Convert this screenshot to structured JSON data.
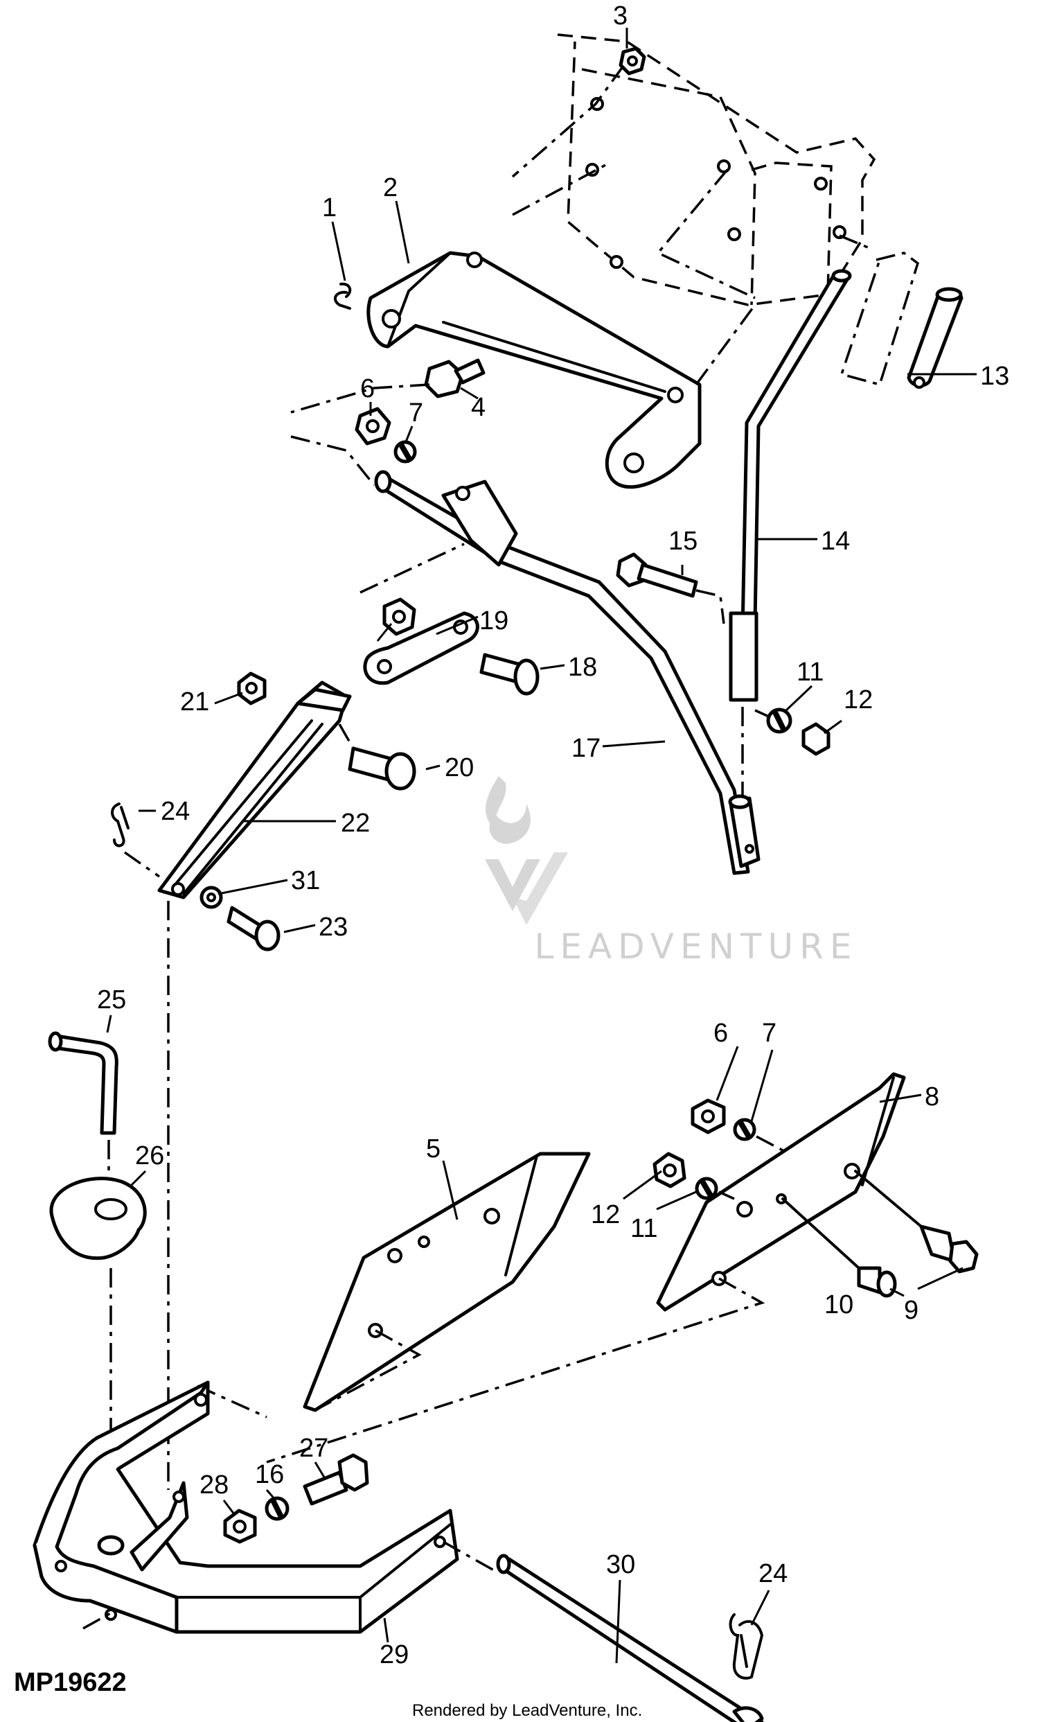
{
  "diagram": {
    "figure_id": "MP19622",
    "credit": "Rendered by LeadVenture, Inc.",
    "watermark": "LEADVENTURE",
    "callouts": [
      "1",
      "2",
      "3",
      "4",
      "5",
      "6",
      "7",
      "8",
      "9",
      "10",
      "11",
      "12",
      "13",
      "14",
      "15",
      "16",
      "17",
      "18",
      "19",
      "20",
      "21",
      "22",
      "23",
      "24",
      "25",
      "26",
      "27",
      "28",
      "29",
      "30",
      "31"
    ]
  }
}
